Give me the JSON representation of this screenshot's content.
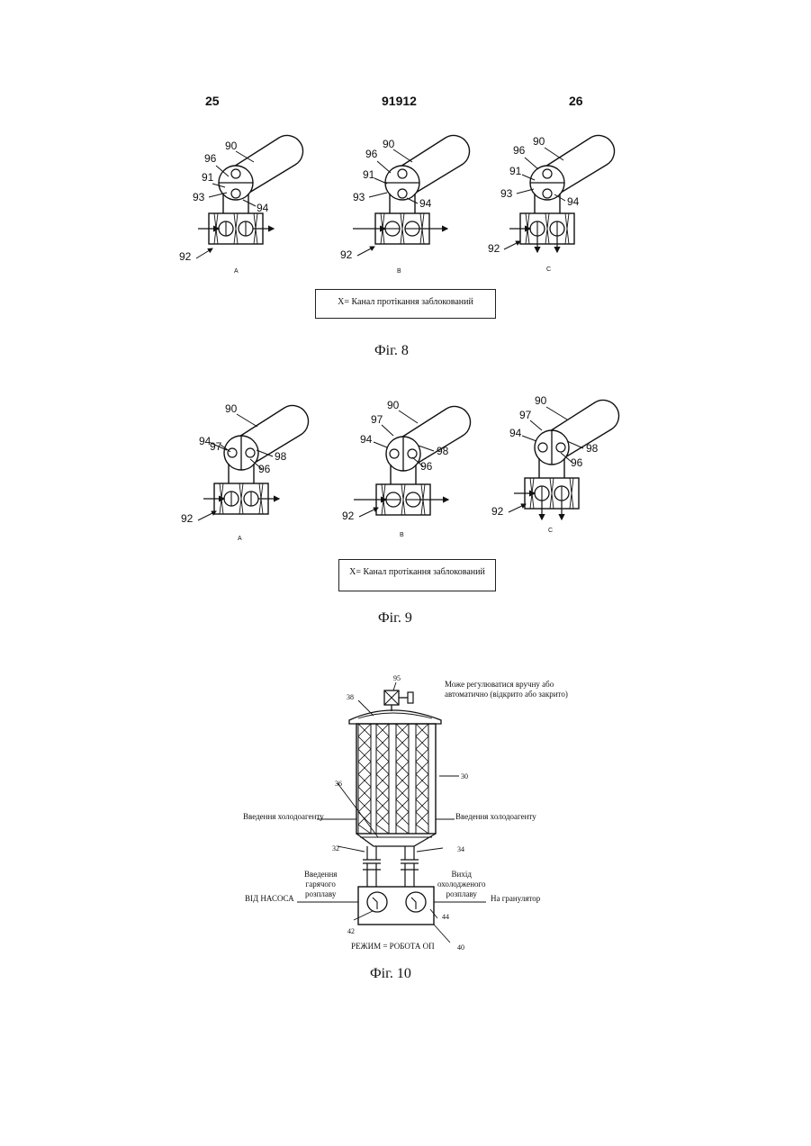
{
  "header": {
    "left_page": "25",
    "patent_number": "91912",
    "right_page": "26"
  },
  "fig8": {
    "caption": "Фіг. 8",
    "legend": "X= Канал протікання заблокований",
    "panels": [
      {
        "sub": "A",
        "labels": [
          "90",
          "96",
          "91",
          "93",
          "94",
          "92"
        ]
      },
      {
        "sub": "B",
        "labels": [
          "90",
          "96",
          "91",
          "93",
          "94",
          "92"
        ]
      },
      {
        "sub": "C",
        "labels": [
          "90",
          "96",
          "91",
          "93",
          "94",
          "92"
        ]
      }
    ]
  },
  "fig9": {
    "caption": "Фіг. 9",
    "legend": "X= Канал протікання заблокований",
    "panels": [
      {
        "sub": "A",
        "labels": [
          "90",
          "97",
          "94",
          "98",
          "96",
          "92"
        ]
      },
      {
        "sub": "B",
        "labels": [
          "90",
          "97",
          "94",
          "98",
          "96",
          "92"
        ]
      },
      {
        "sub": "C",
        "labels": [
          "90",
          "97",
          "94",
          "98",
          "96",
          "92"
        ]
      }
    ]
  },
  "fig10": {
    "caption": "Фіг. 10",
    "valve_note": [
      "Може регулюватися вручну або",
      "автоматично (відкрито або закрито)"
    ],
    "coolant_in_left": "Введення холодоагенту",
    "coolant_in_right": "Введення холодоагенту",
    "hot_melt_in": [
      "Введення",
      "гарячого",
      "розплаву"
    ],
    "cooled_melt_out": [
      "Вихід",
      "охолодженого",
      "розплаву"
    ],
    "from_pump": "ВІД НАСОСА",
    "to_granulator": "На гранулятор",
    "mode": "РЕЖИМ = РОБОТА ОП",
    "refs": {
      "r95": "95",
      "r38": "38",
      "r30": "30",
      "r36": "36",
      "r32": "32",
      "r34": "34",
      "r42": "42",
      "r44": "44",
      "r40": "40"
    }
  }
}
